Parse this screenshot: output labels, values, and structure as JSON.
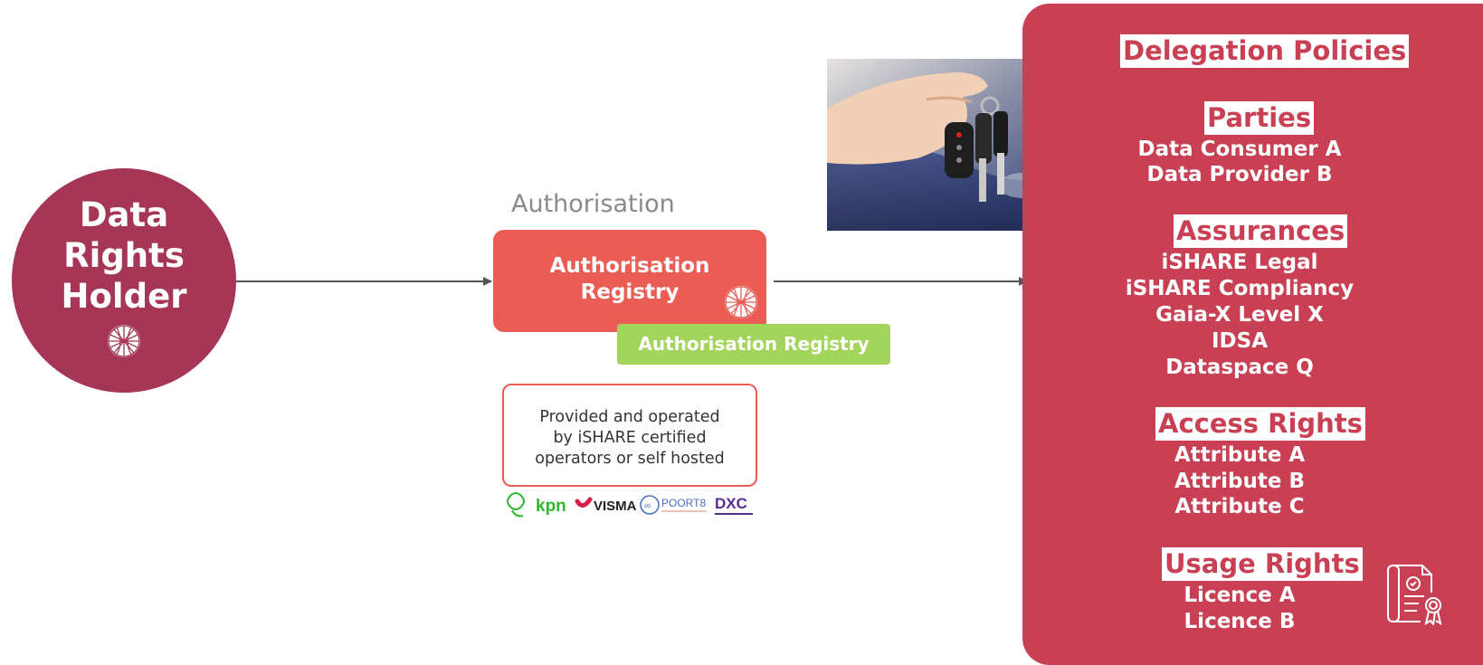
{
  "holder": {
    "title": "Data\nRights\nHolder"
  },
  "authorisation": {
    "heading": "Authorisation",
    "registry_label": "Authorisation\nRegistry",
    "tag_label": "Authorisation Registry",
    "provided_text": "Provided and operated\nby iSHARE certified\noperators or self hosted"
  },
  "logos": [
    {
      "name": "kpn",
      "text": "kpn",
      "color": "#2eb82e"
    },
    {
      "name": "visma",
      "text": "VISMA",
      "color": "#222222"
    },
    {
      "name": "poort8",
      "text": "POORT8",
      "color": "#4a6fc2"
    },
    {
      "name": "dxc",
      "text": "DXC",
      "color": "#5a2c91"
    }
  ],
  "policies": {
    "title": "Delegation Policies",
    "sections": [
      {
        "heading": "Parties",
        "items": [
          "Data Consumer A",
          "Data Provider B"
        ]
      },
      {
        "heading": "Assurances",
        "items": [
          "iSHARE Legal",
          "iSHARE Compliancy",
          "Gaia-X Level X",
          "IDSA",
          "Dataspace Q"
        ]
      },
      {
        "heading": "Access Rights",
        "items": [
          "Attribute A",
          "Attribute B",
          "Attribute C"
        ]
      },
      {
        "heading": "Usage Rights",
        "items": [
          "Licence A",
          "Licence B"
        ]
      }
    ]
  },
  "colors": {
    "holder": "#a63656",
    "registry": "#e95d55",
    "tag": "#a3d45c",
    "policies": "#c94054",
    "arrow": "#555555"
  },
  "icons": [
    "globe-icon",
    "certificate-icon"
  ]
}
